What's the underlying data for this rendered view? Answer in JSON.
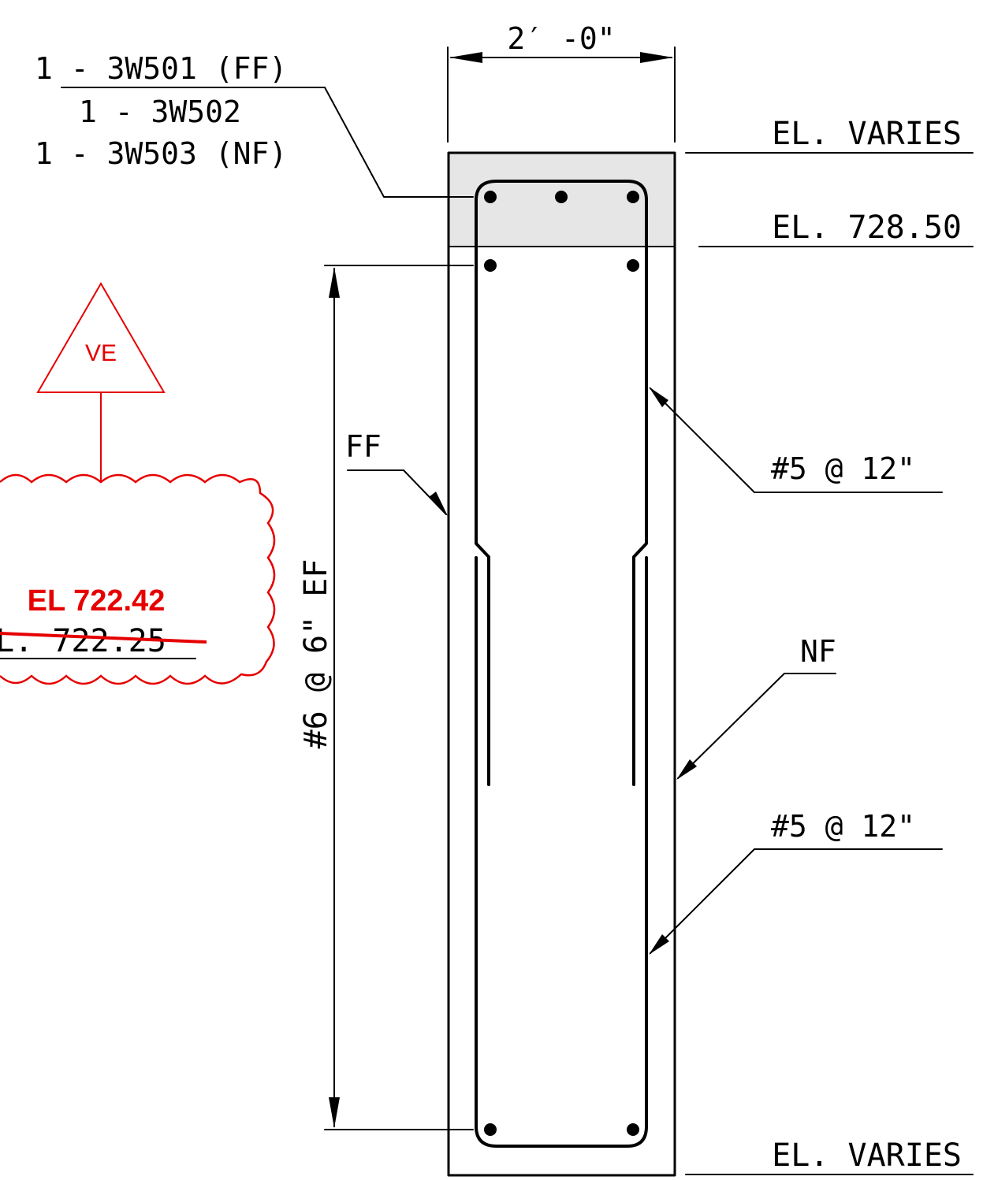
{
  "dimensions": {
    "width_label": "2′ -0\"",
    "vertical_bars_label": "#6 @ 6\" EF"
  },
  "callouts": {
    "top_bars": [
      "1 - 3W501 (FF)",
      "1 - 3W502",
      "1 - 3W503 (NF)"
    ],
    "face_ff": "FF",
    "face_nf": "NF",
    "stirrup_upper": "#5 @ 12\"",
    "stirrup_lower": "#5 @ 12\""
  },
  "elevations": {
    "top": "EL. VARIES",
    "upper": "EL. 728.50",
    "bottom": "EL. VARIES"
  },
  "revision": {
    "marker": "VE",
    "new_elevation": "EL 722.42",
    "old_elevation": "EL. 722.25",
    "color": "#e60000"
  },
  "colors": {
    "line": "#000000",
    "shaded_cap": "#e6e6e6",
    "revision": "#e60000"
  }
}
